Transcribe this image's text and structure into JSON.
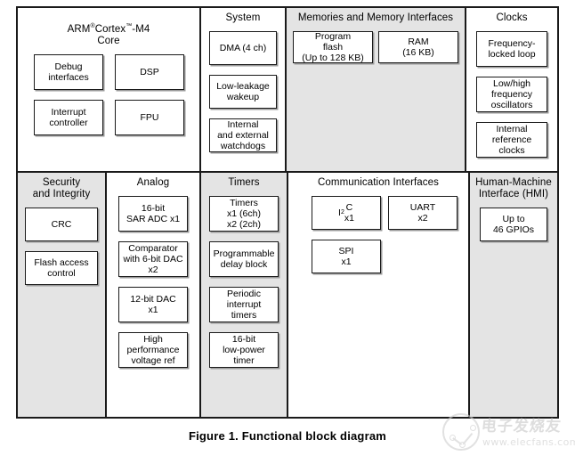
{
  "caption": "Figure 1. Functional block diagram",
  "colors": {
    "shaded_background": "#e4e4e4",
    "plain_background": "#ffffff",
    "border": "#1a1a1a",
    "block_shadow": "#9a9a9a"
  },
  "diagram": {
    "rows": [
      {
        "name": "top-row",
        "columns": [
          {
            "id": "arm-core",
            "title": "ARM® Cortex™-M4\nCore",
            "title_plain": "ARM Cortex-M4 Core",
            "shaded": false,
            "blocks": [
              {
                "label": "Debug\ninterfaces"
              },
              {
                "label": "DSP"
              },
              {
                "label": "Interrupt\ncontroller"
              },
              {
                "label": "FPU"
              }
            ]
          },
          {
            "id": "system",
            "title": "System",
            "shaded": false,
            "blocks": [
              {
                "label": "DMA (4 ch)"
              },
              {
                "label": "Low-leakage\nwakeup"
              },
              {
                "label": "Internal\nand external\nwatchdogs"
              }
            ]
          },
          {
            "id": "memories",
            "title": "Memories and Memory Interfaces",
            "shaded": true,
            "blocks": [
              {
                "label": "Program\nflash\n(Up to 128 KB)"
              },
              {
                "label": "RAM\n(16 KB)"
              }
            ]
          },
          {
            "id": "clocks",
            "title": "Clocks",
            "shaded": false,
            "blocks": [
              {
                "label": "Frequency-\nlocked loop"
              },
              {
                "label": "Low/high\nfrequency\noscillators"
              },
              {
                "label": "Internal\nreference\nclocks"
              }
            ]
          }
        ]
      },
      {
        "name": "bottom-row",
        "columns": [
          {
            "id": "security-integrity",
            "title": "Security\nand Integrity",
            "shaded": true,
            "blocks": [
              {
                "label": "CRC"
              },
              {
                "label": "Flash access\ncontrol"
              }
            ]
          },
          {
            "id": "analog",
            "title": "Analog",
            "shaded": false,
            "blocks": [
              {
                "label": "16-bit\nSAR ADC x1"
              },
              {
                "label": "Comparator\nwith 6-bit DAC\nx2"
              },
              {
                "label": "12-bit DAC\nx1"
              },
              {
                "label": "High\nperformance\nvoltage ref"
              }
            ]
          },
          {
            "id": "timers",
            "title": "Timers",
            "shaded": true,
            "blocks": [
              {
                "label": "Timers\nx1 (6ch)\nx2 (2ch)"
              },
              {
                "label": "Programmable\ndelay block"
              },
              {
                "label": "Periodic\ninterrupt\ntimers"
              },
              {
                "label": "16-bit\nlow-power\ntimer"
              }
            ]
          },
          {
            "id": "communication-interfaces",
            "title": "Communication Interfaces",
            "shaded": false,
            "blocks": [
              {
                "label": "I²C\nx1",
                "label_plain": "I2C x1"
              },
              {
                "label": "UART\nx2"
              },
              {
                "label": "SPI\nx1"
              }
            ]
          },
          {
            "id": "hmi",
            "title": "Human-Machine\nInterface (HMI)",
            "shaded": true,
            "blocks": [
              {
                "label": "Up to\n46 GPIOs"
              }
            ]
          }
        ]
      }
    ]
  },
  "watermark": {
    "chinese": "电子发烧友",
    "url": "www.elecfans.com"
  }
}
